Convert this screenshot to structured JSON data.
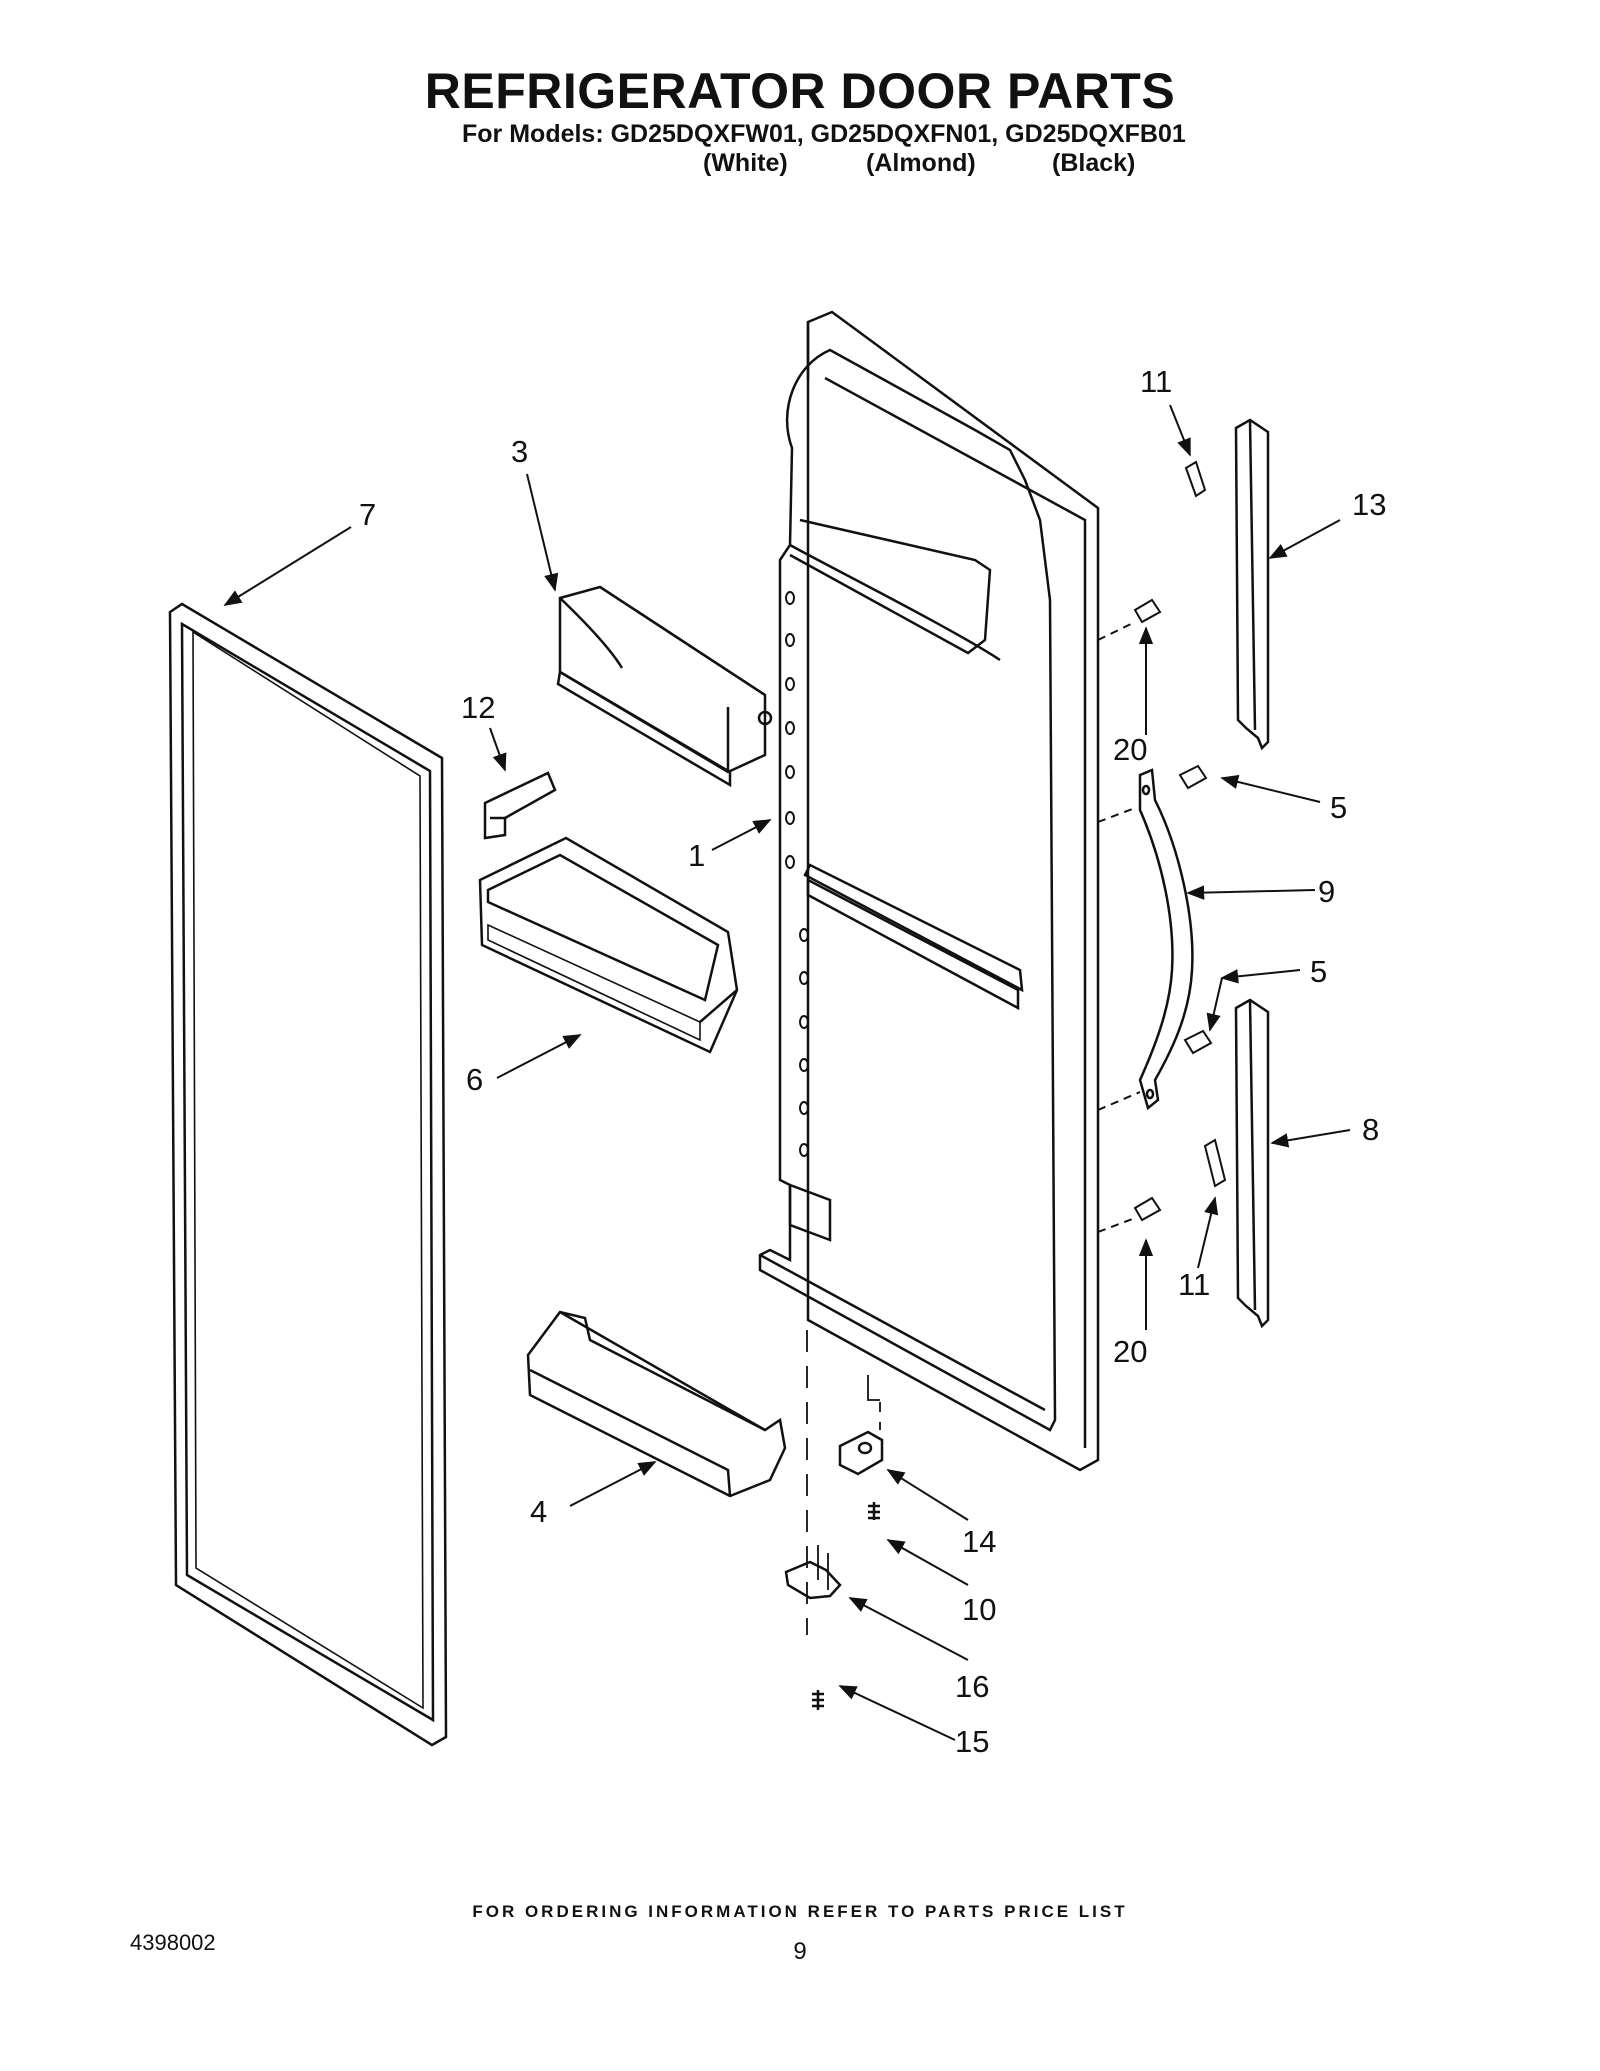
{
  "header": {
    "title": "REFRIGERATOR DOOR PARTS",
    "models_line": "For Models: GD25DQXFW01, GD25DQXFN01, GD25DQXFB01",
    "colors": [
      "(White)",
      "(Almond)",
      "(Black)"
    ]
  },
  "callouts": [
    "1",
    "3",
    "4",
    "5",
    "5",
    "6",
    "7",
    "8",
    "9",
    "10",
    "11",
    "11",
    "12",
    "13",
    "14",
    "15",
    "16",
    "20",
    "20"
  ],
  "footer": {
    "note": "FOR ORDERING INFORMATION REFER TO PARTS PRICE LIST",
    "doc_number": "4398002",
    "page_number": "9"
  }
}
